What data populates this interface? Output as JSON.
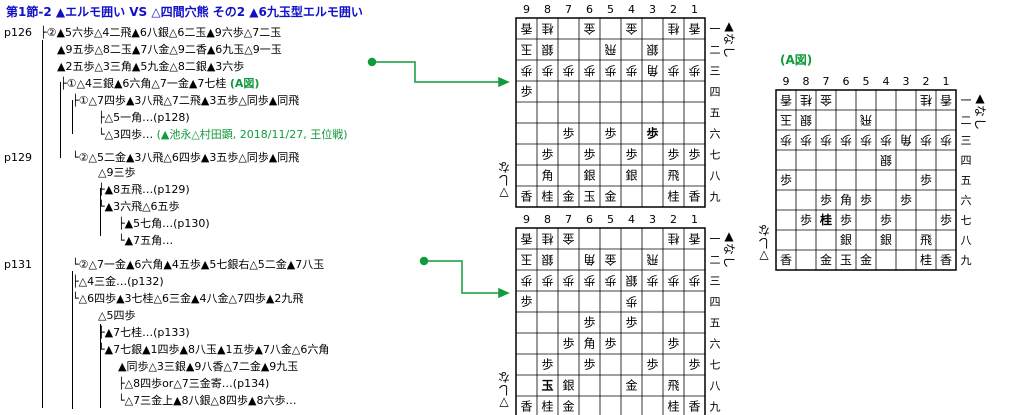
{
  "title": "第1節-2 ▲エルモ囲い VS △四間穴熊 その2 ▲6九玉型エルモ囲い",
  "page_refs": [
    "p126",
    "p129",
    "p131"
  ],
  "tree": [
    "├②▲5六歩△4二飛▲6八銀△6二玉▲9六歩△7二玉",
    "▲9五歩△8二玉▲7八金△9二香▲6九玉△9一玉",
    "▲2五歩△3三角▲5九金△8二銀▲3六歩",
    "├①△4三銀▲6六角△7一金▲7七桂",
    "├①△7四歩▲3八飛△7二飛▲3五歩△同歩▲同飛",
    "├△5一角…(p128)",
    "└△3四歩…",
    "└②△5二金▲3八飛△6四歩▲3五歩△同歩▲同飛",
    "△9三歩",
    "├▲8五飛…(p129)",
    "└▲3六飛△6五歩",
    "├▲5七角…(p130)",
    "└▲7五角…",
    "└②△7一金▲6六角▲4五歩▲5七銀右△5二金▲7八玉",
    "├△4三金…(p132)",
    "└△6四歩▲3七桂△6三金▲4八金△7四歩▲2九飛",
    "△5四歩",
    "├▲7七桂…(p133)",
    "└▲7七銀▲1四歩▲8八玉▲1五歩▲7八金△6六角",
    "▲同歩△3三銀▲9八香△7二金▲9九玉",
    "├△8四歩or△7三金寄…(p134)",
    "└△7三金上▲8八銀△8四歩▲8六歩…"
  ],
  "annotations": {
    "a_zu": "(A図)",
    "game_ref": "(▲池永△村田顕, 2018/11/27, 王位戦)"
  },
  "boards": {
    "board1": {
      "files": [
        "9",
        "8",
        "7",
        "6",
        "5",
        "4",
        "3",
        "2",
        "1"
      ],
      "ranks": [
        "一",
        "二",
        "三",
        "四",
        "五",
        "六",
        "七",
        "八",
        "九"
      ],
      "sente_hand": "▲なし",
      "gote_hand": "なし▽",
      "pieces": [
        {
          "r": 0,
          "c": 0,
          "t": "香",
          "g": true
        },
        {
          "r": 0,
          "c": 1,
          "t": "桂",
          "g": true
        },
        {
          "r": 0,
          "c": 3,
          "t": "金",
          "g": true
        },
        {
          "r": 0,
          "c": 5,
          "t": "金",
          "g": true
        },
        {
          "r": 0,
          "c": 7,
          "t": "桂",
          "g": true
        },
        {
          "r": 0,
          "c": 8,
          "t": "香",
          "g": true
        },
        {
          "r": 1,
          "c": 0,
          "t": "玉",
          "g": true
        },
        {
          "r": 1,
          "c": 1,
          "t": "銀",
          "g": true
        },
        {
          "r": 1,
          "c": 4,
          "t": "飛",
          "g": true
        },
        {
          "r": 1,
          "c": 6,
          "t": "銀",
          "g": true
        },
        {
          "r": 2,
          "c": 0,
          "t": "歩",
          "g": true
        },
        {
          "r": 2,
          "c": 1,
          "t": "歩",
          "g": true
        },
        {
          "r": 2,
          "c": 2,
          "t": "歩",
          "g": true
        },
        {
          "r": 2,
          "c": 3,
          "t": "歩",
          "g": true
        },
        {
          "r": 2,
          "c": 4,
          "t": "歩",
          "g": true
        },
        {
          "r": 2,
          "c": 5,
          "t": "歩",
          "g": true
        },
        {
          "r": 2,
          "c": 6,
          "t": "角",
          "g": true
        },
        {
          "r": 2,
          "c": 7,
          "t": "歩",
          "g": true
        },
        {
          "r": 2,
          "c": 8,
          "t": "歩",
          "g": true
        },
        {
          "r": 3,
          "c": 0,
          "t": "歩",
          "g": false
        },
        {
          "r": 5,
          "c": 2,
          "t": "歩",
          "g": false
        },
        {
          "r": 5,
          "c": 4,
          "t": "歩",
          "g": false
        },
        {
          "r": 5,
          "c": 6,
          "t": "歩",
          "g": false,
          "b": true
        },
        {
          "r": 6,
          "c": 1,
          "t": "歩",
          "g": false
        },
        {
          "r": 6,
          "c": 3,
          "t": "歩",
          "g": false
        },
        {
          "r": 6,
          "c": 5,
          "t": "歩",
          "g": false
        },
        {
          "r": 6,
          "c": 7,
          "t": "歩",
          "g": false
        },
        {
          "r": 6,
          "c": 8,
          "t": "歩",
          "g": false
        },
        {
          "r": 7,
          "c": 1,
          "t": "角",
          "g": false
        },
        {
          "r": 7,
          "c": 3,
          "t": "銀",
          "g": false
        },
        {
          "r": 7,
          "c": 5,
          "t": "銀",
          "g": false
        },
        {
          "r": 7,
          "c": 7,
          "t": "飛",
          "g": false
        },
        {
          "r": 8,
          "c": 0,
          "t": "香",
          "g": false
        },
        {
          "r": 8,
          "c": 1,
          "t": "桂",
          "g": false
        },
        {
          "r": 8,
          "c": 2,
          "t": "金",
          "g": false
        },
        {
          "r": 8,
          "c": 3,
          "t": "玉",
          "g": false
        },
        {
          "r": 8,
          "c": 4,
          "t": "金",
          "g": false
        },
        {
          "r": 8,
          "c": 7,
          "t": "桂",
          "g": false
        },
        {
          "r": 8,
          "c": 8,
          "t": "香",
          "g": false
        }
      ]
    },
    "board2": {
      "files": [
        "9",
        "8",
        "7",
        "6",
        "5",
        "4",
        "3",
        "2",
        "1"
      ],
      "ranks": [
        "一",
        "二",
        "三",
        "四",
        "五",
        "六",
        "七",
        "八",
        "九"
      ],
      "sente_hand": "▲なし",
      "gote_hand": "なし▽",
      "pieces": [
        {
          "r": 0,
          "c": 0,
          "t": "香",
          "g": true
        },
        {
          "r": 0,
          "c": 1,
          "t": "桂",
          "g": true
        },
        {
          "r": 0,
          "c": 2,
          "t": "金",
          "g": true
        },
        {
          "r": 0,
          "c": 7,
          "t": "桂",
          "g": true
        },
        {
          "r": 0,
          "c": 8,
          "t": "香",
          "g": true
        },
        {
          "r": 1,
          "c": 0,
          "t": "玉",
          "g": true
        },
        {
          "r": 1,
          "c": 1,
          "t": "銀",
          "g": true
        },
        {
          "r": 1,
          "c": 3,
          "t": "角",
          "g": true
        },
        {
          "r": 1,
          "c": 4,
          "t": "金",
          "g": true
        },
        {
          "r": 1,
          "c": 6,
          "t": "飛",
          "g": true
        },
        {
          "r": 2,
          "c": 0,
          "t": "歩",
          "g": true
        },
        {
          "r": 2,
          "c": 1,
          "t": "歩",
          "g": true
        },
        {
          "r": 2,
          "c": 2,
          "t": "歩",
          "g": true
        },
        {
          "r": 2,
          "c": 3,
          "t": "歩",
          "g": true
        },
        {
          "r": 2,
          "c": 4,
          "t": "歩",
          "g": true
        },
        {
          "r": 2,
          "c": 5,
          "t": "銀",
          "g": true
        },
        {
          "r": 2,
          "c": 6,
          "t": "歩",
          "g": true
        },
        {
          "r": 2,
          "c": 7,
          "t": "歩",
          "g": true
        },
        {
          "r": 2,
          "c": 8,
          "t": "歩",
          "g": true
        },
        {
          "r": 3,
          "c": 0,
          "t": "歩",
          "g": false
        },
        {
          "r": 3,
          "c": 5,
          "t": "歩",
          "g": true
        },
        {
          "r": 4,
          "c": 3,
          "t": "歩",
          "g": false
        },
        {
          "r": 4,
          "c": 5,
          "t": "歩",
          "g": false
        },
        {
          "r": 5,
          "c": 2,
          "t": "歩",
          "g": false
        },
        {
          "r": 5,
          "c": 3,
          "t": "角",
          "g": false
        },
        {
          "r": 5,
          "c": 4,
          "t": "歩",
          "g": false
        },
        {
          "r": 5,
          "c": 7,
          "t": "歩",
          "g": false
        },
        {
          "r": 6,
          "c": 1,
          "t": "歩",
          "g": false
        },
        {
          "r": 6,
          "c": 3,
          "t": "歩",
          "g": false
        },
        {
          "r": 6,
          "c": 6,
          "t": "歩",
          "g": false
        },
        {
          "r": 6,
          "c": 8,
          "t": "歩",
          "g": false
        },
        {
          "r": 7,
          "c": 1,
          "t": "玉",
          "g": false,
          "b": true
        },
        {
          "r": 7,
          "c": 2,
          "t": "銀",
          "g": false
        },
        {
          "r": 7,
          "c": 5,
          "t": "金",
          "g": false
        },
        {
          "r": 7,
          "c": 7,
          "t": "飛",
          "g": false
        },
        {
          "r": 8,
          "c": 0,
          "t": "香",
          "g": false
        },
        {
          "r": 8,
          "c": 1,
          "t": "桂",
          "g": false
        },
        {
          "r": 8,
          "c": 2,
          "t": "金",
          "g": false
        },
        {
          "r": 8,
          "c": 7,
          "t": "桂",
          "g": false
        },
        {
          "r": 8,
          "c": 8,
          "t": "香",
          "g": false
        }
      ]
    },
    "board3": {
      "caption": "(A図)",
      "files": [
        "9",
        "8",
        "7",
        "6",
        "5",
        "4",
        "3",
        "2",
        "1"
      ],
      "ranks": [
        "一",
        "二",
        "三",
        "四",
        "五",
        "六",
        "七",
        "八",
        "九"
      ],
      "sente_hand": "▲なし",
      "gote_hand": "なし▽",
      "pieces": [
        {
          "r": 0,
          "c": 0,
          "t": "香",
          "g": true
        },
        {
          "r": 0,
          "c": 1,
          "t": "桂",
          "g": true
        },
        {
          "r": 0,
          "c": 2,
          "t": "金",
          "g": true
        },
        {
          "r": 0,
          "c": 7,
          "t": "桂",
          "g": true
        },
        {
          "r": 0,
          "c": 8,
          "t": "香",
          "g": true
        },
        {
          "r": 1,
          "c": 0,
          "t": "玉",
          "g": true
        },
        {
          "r": 1,
          "c": 1,
          "t": "銀",
          "g": true
        },
        {
          "r": 1,
          "c": 4,
          "t": "飛",
          "g": true
        },
        {
          "r": 2,
          "c": 0,
          "t": "歩",
          "g": true
        },
        {
          "r": 2,
          "c": 1,
          "t": "歩",
          "g": true
        },
        {
          "r": 2,
          "c": 2,
          "t": "歩",
          "g": true
        },
        {
          "r": 2,
          "c": 3,
          "t": "歩",
          "g": true
        },
        {
          "r": 2,
          "c": 4,
          "t": "歩",
          "g": true
        },
        {
          "r": 2,
          "c": 5,
          "t": "歩",
          "g": true
        },
        {
          "r": 2,
          "c": 6,
          "t": "角",
          "g": true
        },
        {
          "r": 2,
          "c": 7,
          "t": "歩",
          "g": true
        },
        {
          "r": 2,
          "c": 8,
          "t": "歩",
          "g": true
        },
        {
          "r": 3,
          "c": 5,
          "t": "銀",
          "g": true
        },
        {
          "r": 4,
          "c": 0,
          "t": "歩",
          "g": false
        },
        {
          "r": 4,
          "c": 7,
          "t": "歩",
          "g": false
        },
        {
          "r": 5,
          "c": 2,
          "t": "歩",
          "g": false
        },
        {
          "r": 5,
          "c": 3,
          "t": "角",
          "g": false
        },
        {
          "r": 5,
          "c": 4,
          "t": "歩",
          "g": false
        },
        {
          "r": 5,
          "c": 6,
          "t": "歩",
          "g": false
        },
        {
          "r": 6,
          "c": 1,
          "t": "歩",
          "g": false
        },
        {
          "r": 6,
          "c": 2,
          "t": "桂",
          "g": false,
          "b": true
        },
        {
          "r": 6,
          "c": 3,
          "t": "歩",
          "g": false
        },
        {
          "r": 6,
          "c": 5,
          "t": "歩",
          "g": false
        },
        {
          "r": 6,
          "c": 8,
          "t": "歩",
          "g": false
        },
        {
          "r": 7,
          "c": 3,
          "t": "銀",
          "g": false
        },
        {
          "r": 7,
          "c": 5,
          "t": "銀",
          "g": false
        },
        {
          "r": 7,
          "c": 7,
          "t": "飛",
          "g": false
        },
        {
          "r": 8,
          "c": 0,
          "t": "香",
          "g": false
        },
        {
          "r": 8,
          "c": 2,
          "t": "金",
          "g": false
        },
        {
          "r": 8,
          "c": 3,
          "t": "玉",
          "g": false
        },
        {
          "r": 8,
          "c": 4,
          "t": "金",
          "g": false
        },
        {
          "r": 8,
          "c": 7,
          "t": "桂",
          "g": false
        },
        {
          "r": 8,
          "c": 8,
          "t": "香",
          "g": false
        }
      ]
    }
  },
  "colors": {
    "title": "#1010c8",
    "green": "#129a3c",
    "grid": "#000000",
    "board_bg": "#ffffff"
  }
}
